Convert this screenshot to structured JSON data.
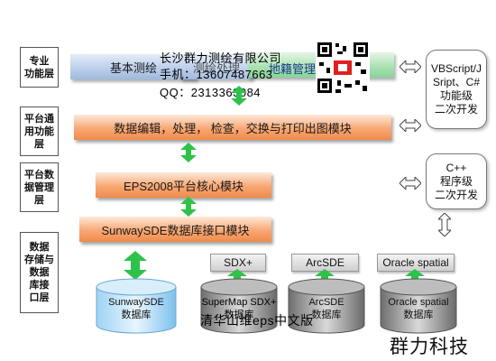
{
  "layers": [
    {
      "label": "专业\n功能层"
    },
    {
      "label": "平台通\n用功能\n层"
    },
    {
      "label": "平台数\n据管理\n层"
    },
    {
      "label": "数据\n存储与\n数据\n库接\n口层"
    }
  ],
  "top_bar": {
    "label_left": "基本测绘",
    "label_mid": "测绘处理",
    "label_right": "地籍管理"
  },
  "general_bar": {
    "label": "数据编辑，处理，  检查，交换与打印出图模块"
  },
  "core_bar": {
    "label": "EPS2008平台核心模块"
  },
  "sde_bar": {
    "label": "SunwaySDE数据库接口模块"
  },
  "interfaces": {
    "sdx": "SDX+",
    "arcsde": "ArcSDE",
    "oracle": "Oracle spatial"
  },
  "databases": [
    {
      "name": "SunwaySDE",
      "sub": "数据库"
    },
    {
      "name": "SuperMap SDX+",
      "sub": "数据库"
    },
    {
      "name": "ArcSDE",
      "sub": "数据库"
    },
    {
      "name": "Oracle spatial",
      "sub": "数据库"
    }
  ],
  "dev_boxes": {
    "secondary": "VBScript/J\nSript、C#\n功能级\n二次开发",
    "program": "C++\n程序级\n二次开发"
  },
  "watermark": {
    "company": "长沙群力测绘有限公司",
    "phone": "手机：13607487663",
    "qq": "QQ：2313363084",
    "bottom_text": "清华山维eps中文版",
    "brand": "群力科技"
  },
  "colors": {
    "accent_green": "#2ec24b",
    "orange": "#f08a4b",
    "blue": "#9fb9dd"
  }
}
